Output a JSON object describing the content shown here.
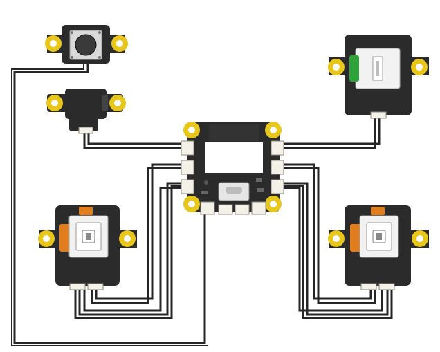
{
  "diagram": {
    "modules": [
      {
        "id": "push-button",
        "kind": "tactile-button"
      },
      {
        "id": "buzzer",
        "kind": "buzzer"
      },
      {
        "id": "main-controller",
        "kind": "controller-board-usb-c"
      },
      {
        "id": "green-switch",
        "kind": "toggle-switch-module"
      },
      {
        "id": "orange-knob-left",
        "kind": "rotary-knob-module"
      },
      {
        "id": "orange-knob-right",
        "kind": "rotary-knob-module"
      }
    ],
    "colors": {
      "board": "#2b2b2b",
      "mounting_hole": "#e8c61a",
      "connector": "#f4f1e8",
      "wire": "#262626",
      "knob_accent": "#e07d1e",
      "switch_accent": "#2fa33a"
    }
  }
}
